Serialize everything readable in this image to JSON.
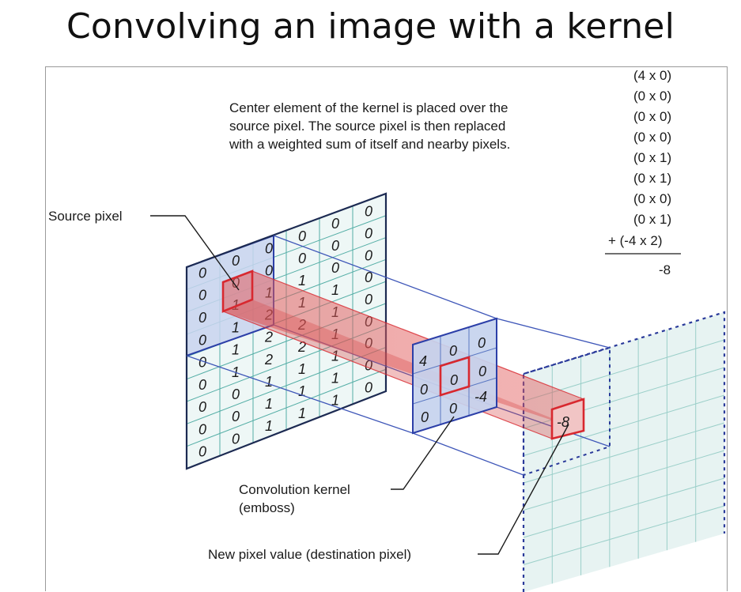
{
  "title": "Convolving an image with a kernel",
  "description_lines": [
    "Center element of the kernel is placed over the",
    "source pixel. The source pixel is then replaced",
    "with a weighted sum of itself and nearby pixels."
  ],
  "calculation": {
    "terms": [
      "(4 x 0)",
      "(0 x 0)",
      "(0 x 0)",
      "(0 x 0)",
      "(0 x 1)",
      "(0 x 1)",
      "(0 x 0)",
      "(0 x 1)",
      "+ (-4 x 2)"
    ],
    "result": "-8"
  },
  "labels": {
    "source_pixel": "Source pixel",
    "kernel_line1": "Convolution kernel",
    "kernel_line2": "(emboss)",
    "destination": "New pixel value (destination pixel)"
  },
  "source_grid": [
    [
      "0",
      "0",
      "0",
      "0",
      "0",
      "0"
    ],
    [
      "0",
      "0",
      "0",
      "0",
      "0",
      "0"
    ],
    [
      "0",
      "1",
      "1",
      "1",
      "0",
      "0"
    ],
    [
      "0",
      "1",
      "2",
      "1",
      "1",
      "0"
    ],
    [
      "0",
      "1",
      "2",
      "2",
      "1",
      "0"
    ],
    [
      "0",
      "1",
      "2",
      "2",
      "1",
      "0"
    ],
    [
      "0",
      "0",
      "1",
      "1",
      "1",
      "0"
    ],
    [
      "0",
      "0",
      "1",
      "1",
      "1",
      "0"
    ],
    [
      "0",
      "0",
      "1",
      "1",
      "1",
      "0"
    ]
  ],
  "kernel_grid": [
    [
      "4",
      "0",
      "0"
    ],
    [
      "0",
      "0",
      "0"
    ],
    [
      "0",
      "0",
      "-4"
    ]
  ],
  "destination_value": "-8",
  "colors": {
    "highlight": "#d8282f",
    "beam": "#e87070",
    "kernel_fill": "#c6d3ee",
    "grid_line": "#4aa39b",
    "frame_blue": "#2c3fa8",
    "dest_dash": "#2a3a9a"
  }
}
